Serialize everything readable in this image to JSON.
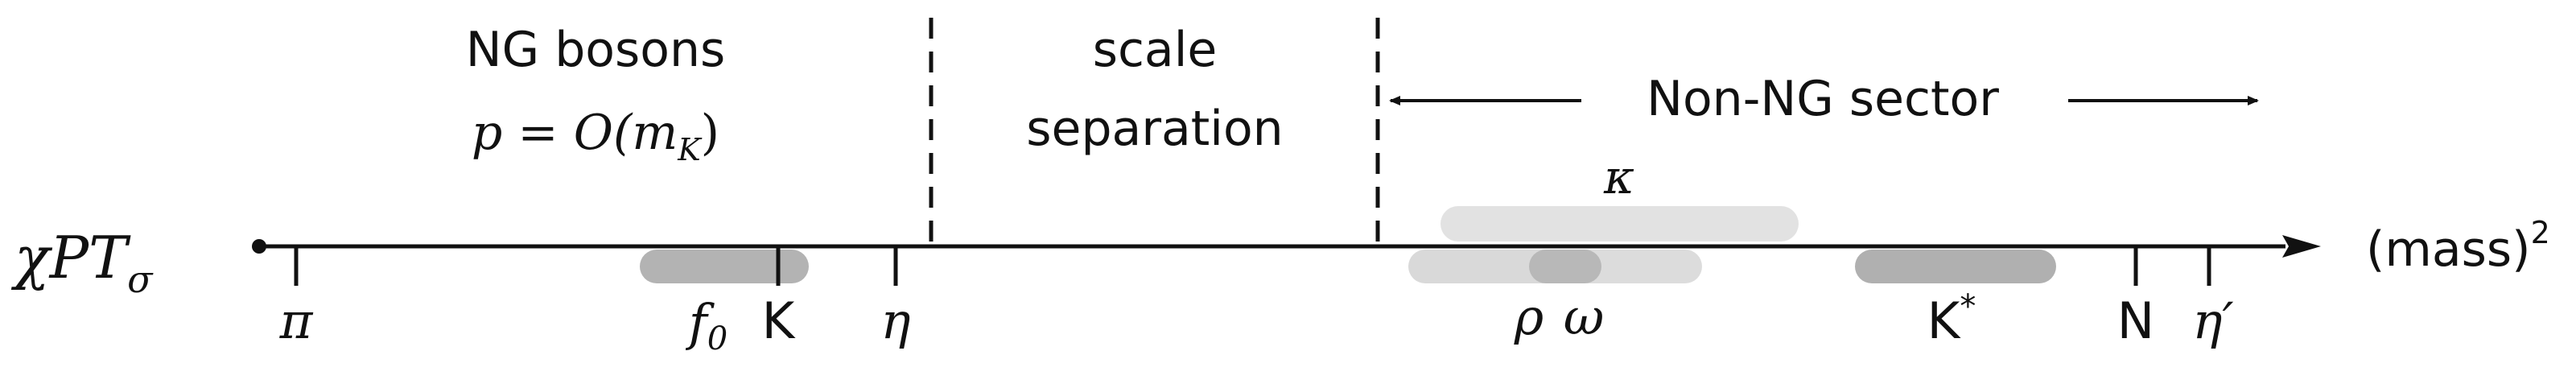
{
  "axis": {
    "label_prefix": "χPT",
    "label_subscript": "σ",
    "end_label": "(mass)",
    "end_superscript": "2"
  },
  "regions": {
    "ng_title": "NG bosons",
    "ng_scaling": "p = O(m",
    "ng_scaling_sub": "K",
    "ng_scaling_close": ")",
    "scale_line1": "scale",
    "scale_line2": "separation",
    "non_ng": "Non-NG sector"
  },
  "particles": {
    "pi": "π",
    "f0": "f",
    "f0_sub": "0",
    "K": "K",
    "eta": "η",
    "kappa": "κ",
    "rho": "ρ",
    "omega": "ω",
    "Kstar": "K",
    "Kstar_sup": "*",
    "N": "N",
    "etaprime": "η′"
  },
  "colors": {
    "ink": "#111111",
    "band_dark": "#a8a8a8",
    "band_mid": "#bdbdbd",
    "band_light": "#d6d6d6",
    "band_lightest": "#e2e2e2"
  }
}
